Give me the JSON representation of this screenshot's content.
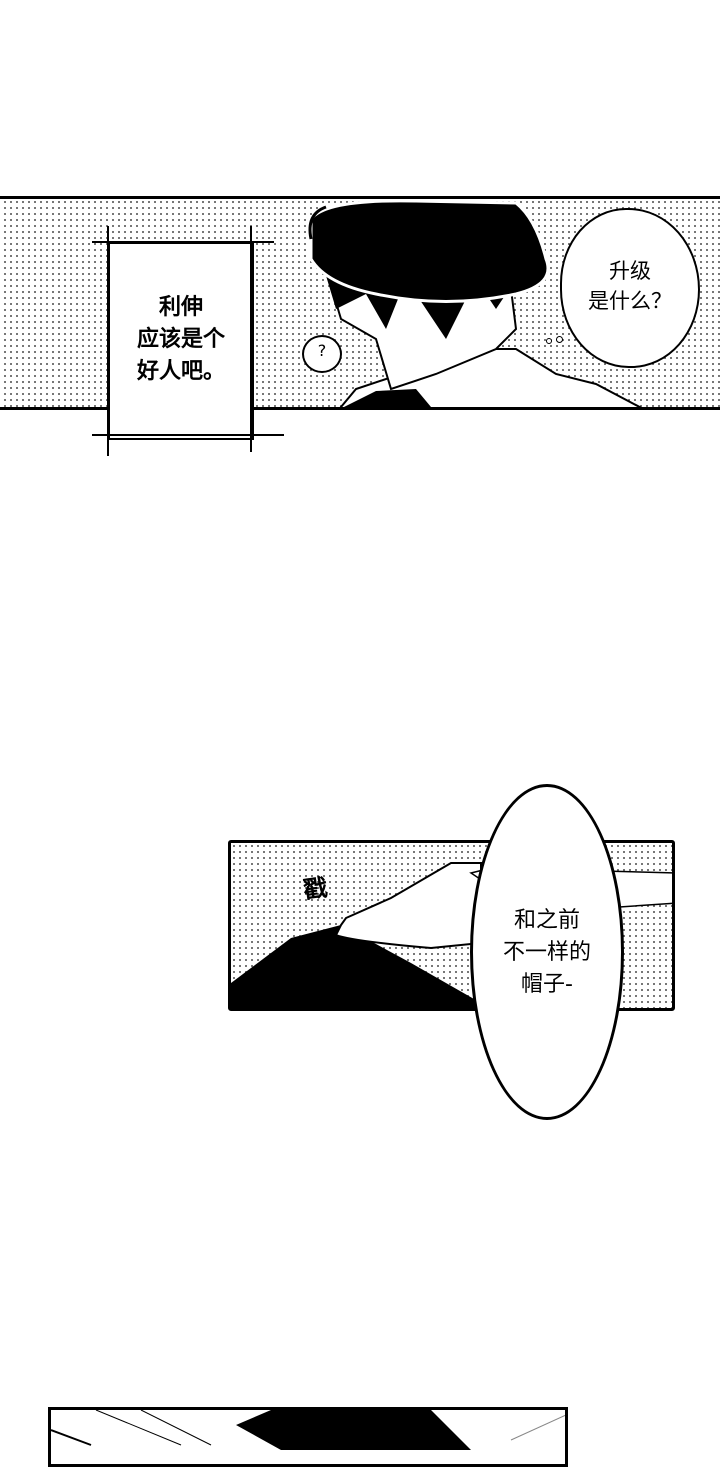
{
  "panel1": {
    "narration": [
      "利伸",
      "应该是个",
      "好人吧。"
    ],
    "thought_bubble": [
      "升级",
      "是什么？"
    ],
    "small_bubble": "?"
  },
  "panel2": {
    "sfx": "戳",
    "speech_bubble": [
      "和之前",
      "不一样的",
      "帽子-"
    ]
  },
  "colors": {
    "ink": "#000000",
    "paper": "#ffffff",
    "screentone": "#555555"
  }
}
